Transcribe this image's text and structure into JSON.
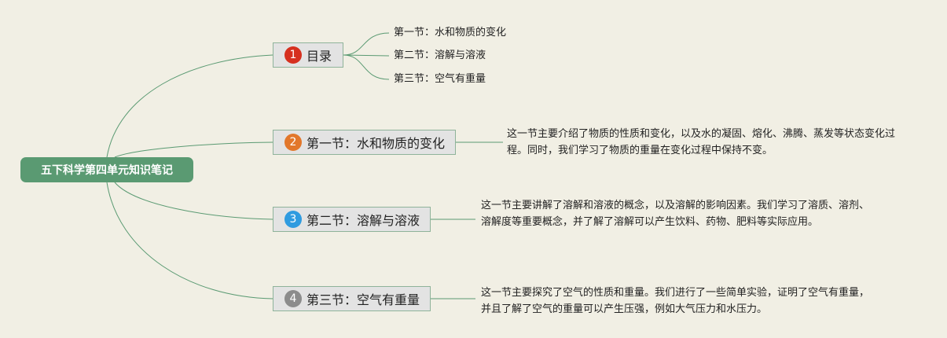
{
  "root": {
    "label": "五下科学第四单元知识笔记"
  },
  "branches": [
    {
      "num": "1",
      "label": "目录",
      "color": "#d6301f"
    },
    {
      "num": "2",
      "label": "第一节：水和物质的变化",
      "color": "#e2772b"
    },
    {
      "num": "3",
      "label": "第二节：溶解与溶液",
      "color": "#2f9be0"
    },
    {
      "num": "4",
      "label": "第三节：空气有重量",
      "color": "#8c8c8c"
    }
  ],
  "toc_items": [
    "第一节：水和物质的变化",
    "第二节：溶解与溶液",
    "第三节：空气有重量"
  ],
  "descriptions": [
    "这一节主要介绍了物质的性质和变化，以及水的凝固、熔化、沸腾、蒸发等状态变化过程。同时，我们学习了物质的重量在变化过程中保持不变。",
    "这一节主要讲解了溶解和溶液的概念，以及溶解的影响因素。我们学习了溶质、溶剂、溶解度等重要概念，并了解了溶解可以产生饮料、药物、肥料等实际应用。",
    "这一节主要探究了空气的性质和重量。我们进行了一些简单实验，证明了空气有重量，并且了解了空气的重量可以产生压强，例如大气压力和水压力。"
  ],
  "colors": {
    "line": "#5a9a72",
    "background": "#f1efe4"
  }
}
